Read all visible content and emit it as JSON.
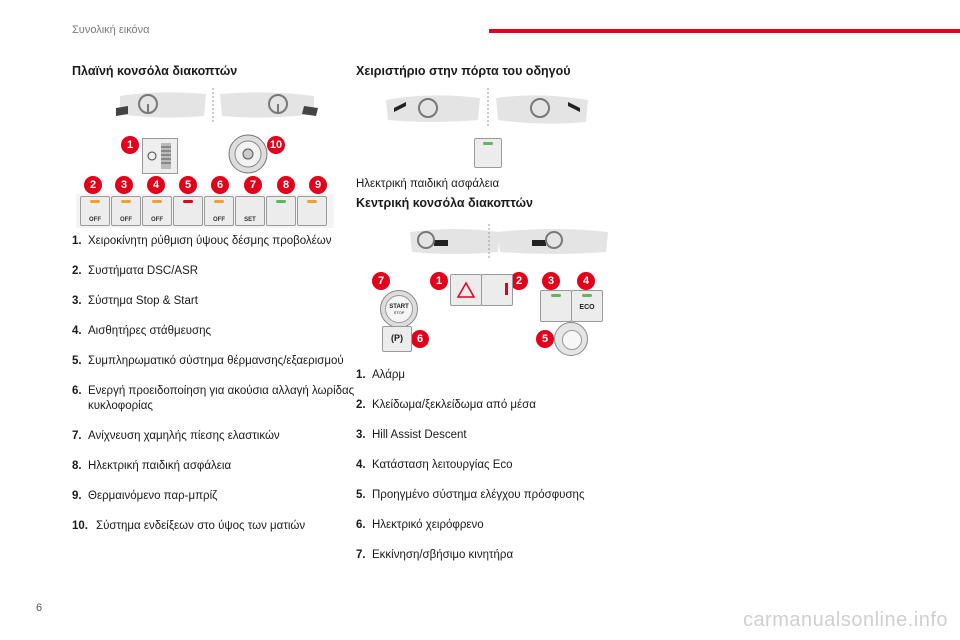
{
  "header": {
    "section": "Συνολική εικόνα"
  },
  "left": {
    "heading": "Πλαϊνή κονσόλα διακοπτών",
    "markers": [
      "1",
      "10",
      "2",
      "3",
      "4",
      "5",
      "6",
      "7",
      "8",
      "9"
    ],
    "button_texts": {
      "b1": "OFF",
      "b2": "OFF",
      "b3": "OFF",
      "b6": "OFF",
      "b7": "SET"
    },
    "items": [
      {
        "num": "1.",
        "text": "Χειροκίνητη ρύθμιση ύψους δέσμης προβολέων"
      },
      {
        "num": "2.",
        "text": "Συστήματα DSC/ASR"
      },
      {
        "num": "3.",
        "text": "Σύστημα Stop & Start"
      },
      {
        "num": "4.",
        "text": "Αισθητήρες στάθμευσης"
      },
      {
        "num": "5.",
        "text": "Συμπληρωματικό σύστημα θέρμανσης/εξαερισμού"
      },
      {
        "num": "6.",
        "text": "Ενεργή προειδοποίηση για ακούσια αλλαγή λωρίδας κυκλοφορίας"
      },
      {
        "num": "7.",
        "text": "Ανίχνευση χαμηλής πίεσης ελαστικών"
      },
      {
        "num": "8.",
        "text": "Ηλεκτρική παιδική ασφάλεια"
      },
      {
        "num": "9.",
        "text": "Θερμαινόμενο παρ-μπρίζ"
      },
      {
        "num": "10.",
        "text": "Σύστημα ενδείξεων στο ύψος των ματιών"
      }
    ]
  },
  "right": {
    "door_heading": "Χειριστήριο στην πόρτα του οδηγού",
    "door_caption": "Ηλεκτρική παιδική ασφάλεια",
    "central_heading": "Κεντρική κονσόλα διακοπτών",
    "markers": [
      "7",
      "1",
      "2",
      "3",
      "4",
      "5",
      "6"
    ],
    "start_text": "START",
    "stop_text": "STOP",
    "eco_text": "ECO",
    "park_text": "(P)",
    "items": [
      {
        "num": "1.",
        "text": "Αλάρμ"
      },
      {
        "num": "2.",
        "text": "Κλείδωμα/ξεκλείδωμα από μέσα"
      },
      {
        "num": "3.",
        "text": "Hill Assist Descent"
      },
      {
        "num": "4.",
        "text": "Κατάσταση λειτουργίας Eco"
      },
      {
        "num": "5.",
        "text": "Προηγμένο σύστημα ελέγχου πρόσφυσης"
      },
      {
        "num": "6.",
        "text": "Ηλεκτρικό χειρόφρενο"
      },
      {
        "num": "7.",
        "text": "Εκκίνηση/σβήσιμο κινητήρα"
      }
    ]
  },
  "footer": {
    "page": "6",
    "watermark": "carmanualsonline.info"
  },
  "colors": {
    "accent": "#e3001b",
    "led_orange": "#f0a030",
    "led_green": "#5cb85c",
    "led_red": "#e3001b"
  }
}
